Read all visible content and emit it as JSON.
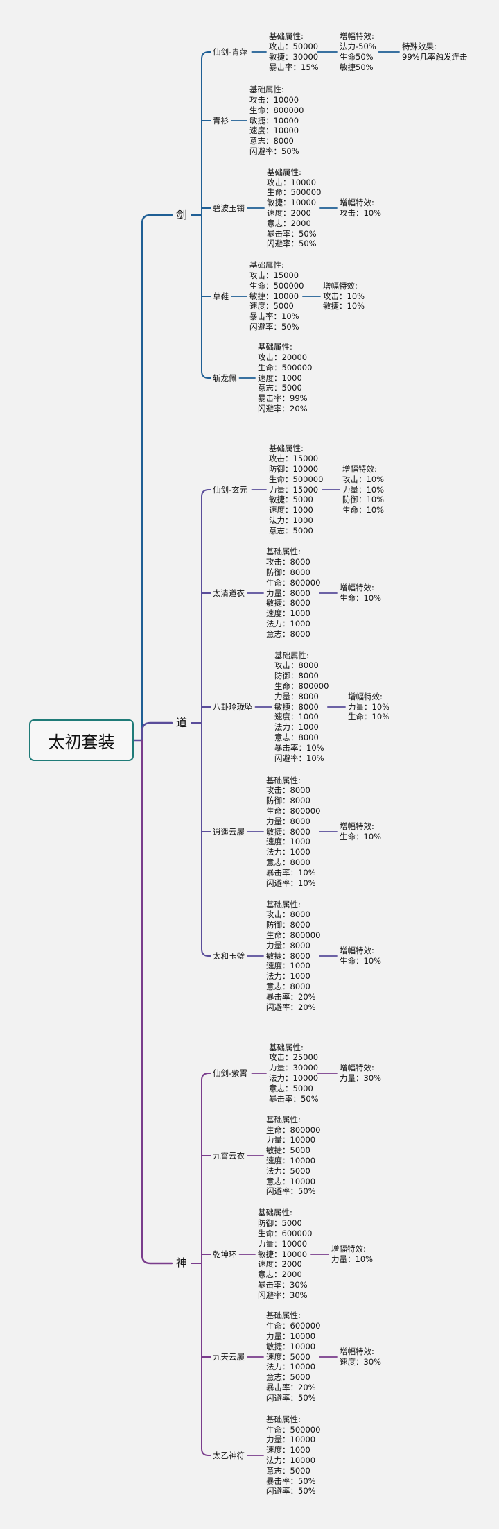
{
  "title": "太初套装",
  "branches": [
    {
      "name": "剑",
      "items": [
        {
          "name": "仙剑-青萍",
          "base": [
            "基础属性:",
            "攻击：50000",
            "敏捷：30000",
            "暴击率：15%"
          ],
          "boost": [
            "增幅特效:",
            "法力-50%",
            "生命50%",
            "敏捷50%"
          ],
          "special": [
            "特殊效果:",
            "99%几率触发连击"
          ]
        },
        {
          "name": "青衫",
          "base": [
            "基础属性:",
            "攻击：10000",
            "生命：800000",
            "敏捷：10000",
            "速度：10000",
            "意志：8000",
            "闪避率：50%"
          ]
        },
        {
          "name": "碧波玉镯",
          "base": [
            "基础属性:",
            "攻击：10000",
            "生命：500000",
            "敏捷：10000",
            "速度：2000",
            "意志：2000",
            "暴击率：50%",
            "闪避率：50%"
          ],
          "boost": [
            "增幅特效:",
            "攻击：10%"
          ]
        },
        {
          "name": "草鞋",
          "base": [
            "基础属性:",
            "攻击：15000",
            "生命：500000",
            "敏捷：10000",
            "速度：5000",
            "暴击率：10%",
            "闪避率：50%"
          ],
          "boost": [
            "增幅特效:",
            "攻击：10%",
            "敏捷：10%"
          ]
        },
        {
          "name": "斩龙佩",
          "base": [
            "基础属性:",
            "攻击：20000",
            "生命：500000",
            "速度：1000",
            "意志：5000",
            "暴击率：99%",
            "闪避率：20%"
          ]
        }
      ]
    },
    {
      "name": "道",
      "items": [
        {
          "name": "仙剑-玄元",
          "base": [
            "基础属性:",
            "攻击：15000",
            "防御：10000",
            "生命：500000",
            "力量：15000",
            "敏捷：5000",
            "速度：1000",
            "法力：1000",
            "意志：5000"
          ],
          "boost": [
            "增幅特效:",
            "攻击：10%",
            "力量：10%",
            "防御：10%",
            "生命：10%"
          ]
        },
        {
          "name": "太清道衣",
          "base": [
            "基础属性:",
            "攻击：8000",
            "防御：8000",
            "生命：800000",
            "力量：8000",
            "敏捷：8000",
            "速度：1000",
            "法力：1000",
            "意志：8000"
          ],
          "boost": [
            "增幅特效:",
            "生命：10%"
          ]
        },
        {
          "name": "八卦玲珑坠",
          "base": [
            "基础属性:",
            "攻击：8000",
            "防御：8000",
            "生命：800000",
            "力量：8000",
            "敏捷：8000",
            "速度：1000",
            "法力：1000",
            "意志：8000",
            "暴击率：10%",
            "闪避率：10%"
          ],
          "boost": [
            "增幅特效:",
            "力量：10%",
            "生命：10%"
          ]
        },
        {
          "name": "逍遥云履",
          "base": [
            "基础属性:",
            "攻击：8000",
            "防御：8000",
            "生命：800000",
            "力量：8000",
            "敏捷：8000",
            "速度：1000",
            "法力：1000",
            "意志：8000",
            "暴击率：10%",
            "闪避率：10%"
          ],
          "boost": [
            "增幅特效:",
            "生命：10%"
          ]
        },
        {
          "name": "太和玉璧",
          "base": [
            "基础属性:",
            "攻击：8000",
            "防御：8000",
            "生命：800000",
            "力量：8000",
            "敏捷：8000",
            "速度：1000",
            "法力：1000",
            "意志：8000",
            "暴击率：20%",
            "闪避率：20%"
          ],
          "boost": [
            "增幅特效:",
            "生命：10%"
          ]
        }
      ]
    },
    {
      "name": "神",
      "items": [
        {
          "name": "仙剑-紫霄",
          "base": [
            "基础属性:",
            "攻击：25000",
            "力量：30000",
            "法力：10000",
            "意志：5000",
            "暴击率：50%"
          ],
          "boost": [
            "增幅特效:",
            "力量：30%"
          ]
        },
        {
          "name": "九霄云衣",
          "base": [
            "基础属性:",
            "生命：800000",
            "力量：10000",
            "敏捷：5000",
            "速度：10000",
            "法力：5000",
            "意志：10000",
            "闪避率：50%"
          ]
        },
        {
          "name": "乾坤环",
          "base": [
            "基础属性:",
            "防御：5000",
            "生命：600000",
            "力量：10000",
            "敏捷：10000",
            "速度：2000",
            "意志：2000",
            "暴击率：30%",
            "闪避率：30%"
          ],
          "boost": [
            "增幅特效:",
            "力量：10%"
          ]
        },
        {
          "name": "九天云履",
          "base": [
            "基础属性:",
            "生命：600000",
            "力量：10000",
            "敏捷：10000",
            "速度：5000",
            "法力：10000",
            "意志：5000",
            "暴击率：20%",
            "闪避率：50%"
          ],
          "boost": [
            "增幅特效:",
            "速度：30%"
          ]
        },
        {
          "name": "太乙神符",
          "base": [
            "基础属性:",
            "生命：500000",
            "力量：10000",
            "速度：1000",
            "法力：10000",
            "意志：5000",
            "暴击率：50%",
            "闪避率：50%"
          ]
        }
      ]
    }
  ],
  "colors": {
    "sword": "#1f5f95",
    "dao": "#5a4d9a",
    "shen": "#7a3d8c",
    "root_border": "#1f7b78"
  }
}
